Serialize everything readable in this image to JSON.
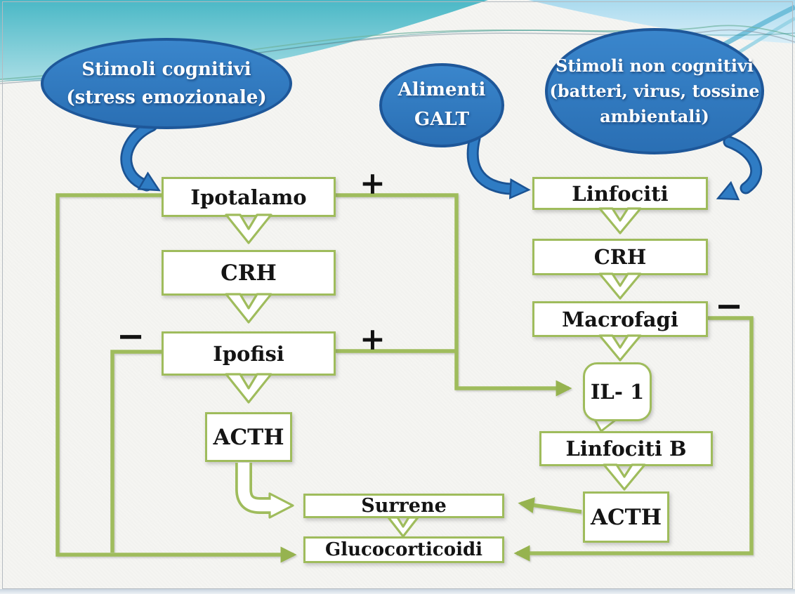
{
  "diagram": {
    "ellipses": [
      {
        "name": "stimoli-cognitivi",
        "lines": [
          "Stimoli cognitivi",
          "(stress emozionale)"
        ]
      },
      {
        "name": "alimenti-galt",
        "lines": [
          "Alimenti",
          "GALT"
        ]
      },
      {
        "name": "stimoli-non-cognitivi",
        "lines": [
          "Stimoli non cognitivi",
          "(batteri, virus, tossine",
          "ambientali)"
        ]
      }
    ],
    "boxes": [
      {
        "name": "ipotalamo",
        "label": "Ipotalamo"
      },
      {
        "name": "crh-left",
        "label": "CRH"
      },
      {
        "name": "ipofisi",
        "label": "Ipofisi"
      },
      {
        "name": "acth-left",
        "label": "ACTH"
      },
      {
        "name": "linfociti",
        "label": "Linfociti"
      },
      {
        "name": "crh-right",
        "label": "CRH"
      },
      {
        "name": "macrofagi",
        "label": "Macrofagi"
      },
      {
        "name": "il-1",
        "label": "IL- 1"
      },
      {
        "name": "linfociti-b",
        "label": "Linfociti B"
      },
      {
        "name": "acth-right",
        "label": "ACTH"
      },
      {
        "name": "surrene",
        "label": "Surrene"
      },
      {
        "name": "glucocorticoidi",
        "label": "Glucocorticoidi"
      }
    ],
    "signs": [
      {
        "name": "plus-ipotalamo-il1",
        "symbol": "+"
      },
      {
        "name": "plus-ipofisi-il1",
        "symbol": "+"
      },
      {
        "name": "minus-ipofisi-feedback",
        "symbol": "−"
      },
      {
        "name": "minus-macrofagi-feedback",
        "symbol": "−"
      }
    ],
    "colors": {
      "connector_green": "#9fbc5c",
      "ellipse_blue": "#2f7cc4",
      "ellipse_border": "#1e5799",
      "banner_teal": "#4ab8c6",
      "banner_light_blue": "#a9daee",
      "box_border_green": "#9fbc5c",
      "text_dark": "#141414"
    }
  }
}
